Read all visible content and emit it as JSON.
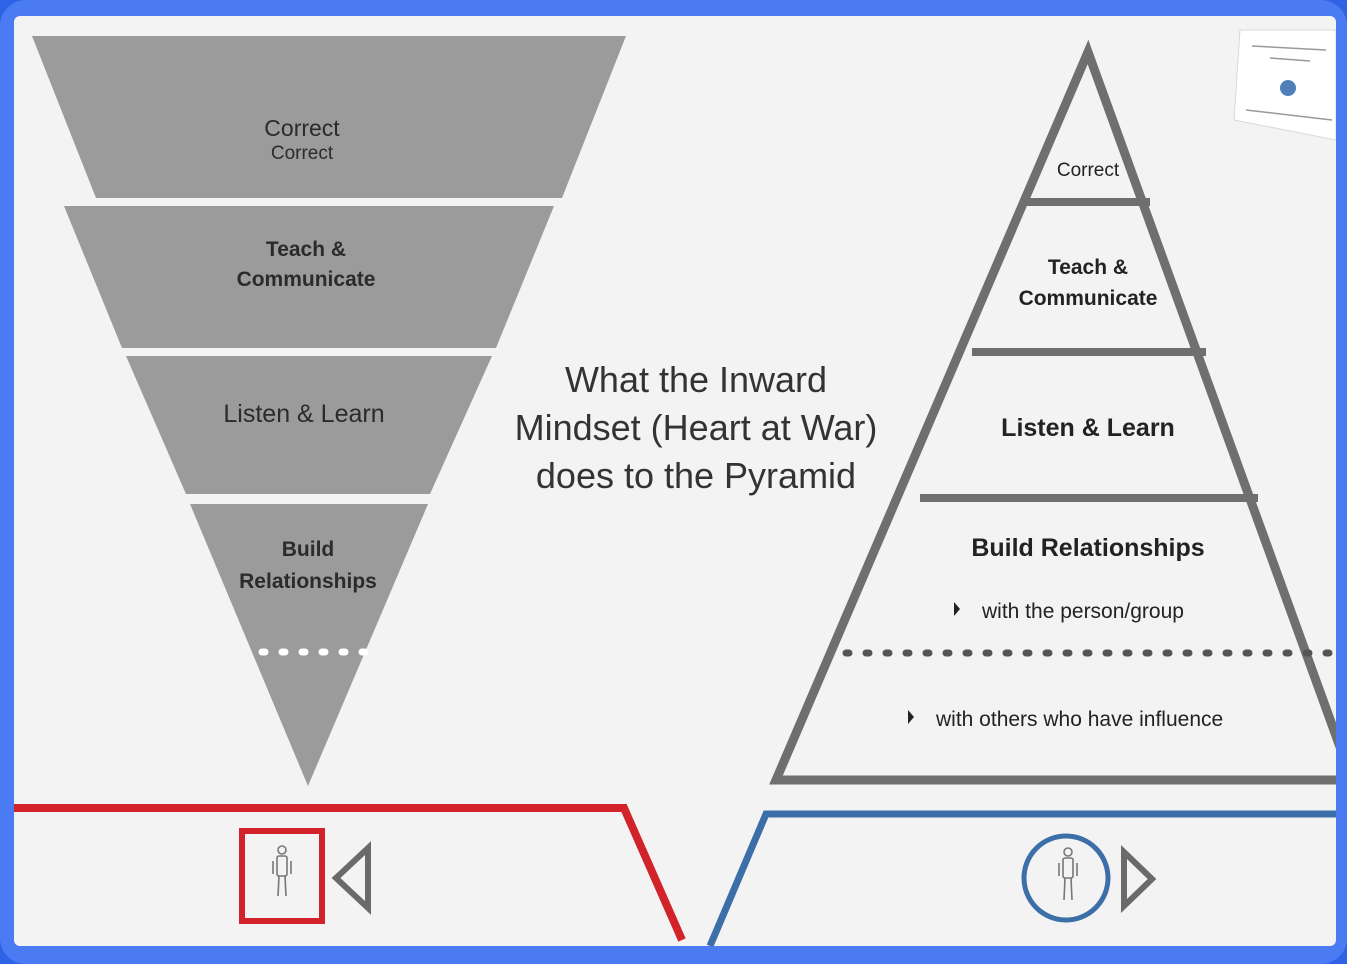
{
  "colors": {
    "frame": "#4a7bf2",
    "slide_bg": "#f3f3f3",
    "inverted_fill": "#9b9b9b",
    "pyramid_stroke": "#6f6f6f",
    "left_accent": "#d2222a",
    "right_accent": "#3c6fa8",
    "text_dark": "#222222"
  },
  "inverted_pyramid": {
    "levels": [
      {
        "line1": "Correct",
        "line2": "Correct"
      },
      {
        "line1": "Teach &",
        "line2": "Communicate"
      },
      {
        "line1": "Listen & Learn",
        "line2": ""
      },
      {
        "line1": "Build",
        "line2": "Relationships"
      }
    ]
  },
  "center_caption": {
    "line1": "What the Inward",
    "line2": "Mindset (Heart at War)",
    "line3": "does to the Pyramid"
  },
  "upright_pyramid": {
    "level_correct": "Correct",
    "level_teach_1": "Teach &",
    "level_teach_2": "Communicate",
    "level_listen": "Listen & Learn",
    "level_build": "Build Relationships",
    "bullet_1": "with the person/group",
    "bullet_2": "with others who have influence"
  },
  "bottom_left": {
    "icon": "person-in-box-icon",
    "arrow": "left-triangle-icon"
  },
  "bottom_right": {
    "icon": "person-in-circle-icon",
    "arrow": "right-triangle-icon"
  },
  "book_thumbnail": {
    "icon": "book-cover-icon"
  }
}
